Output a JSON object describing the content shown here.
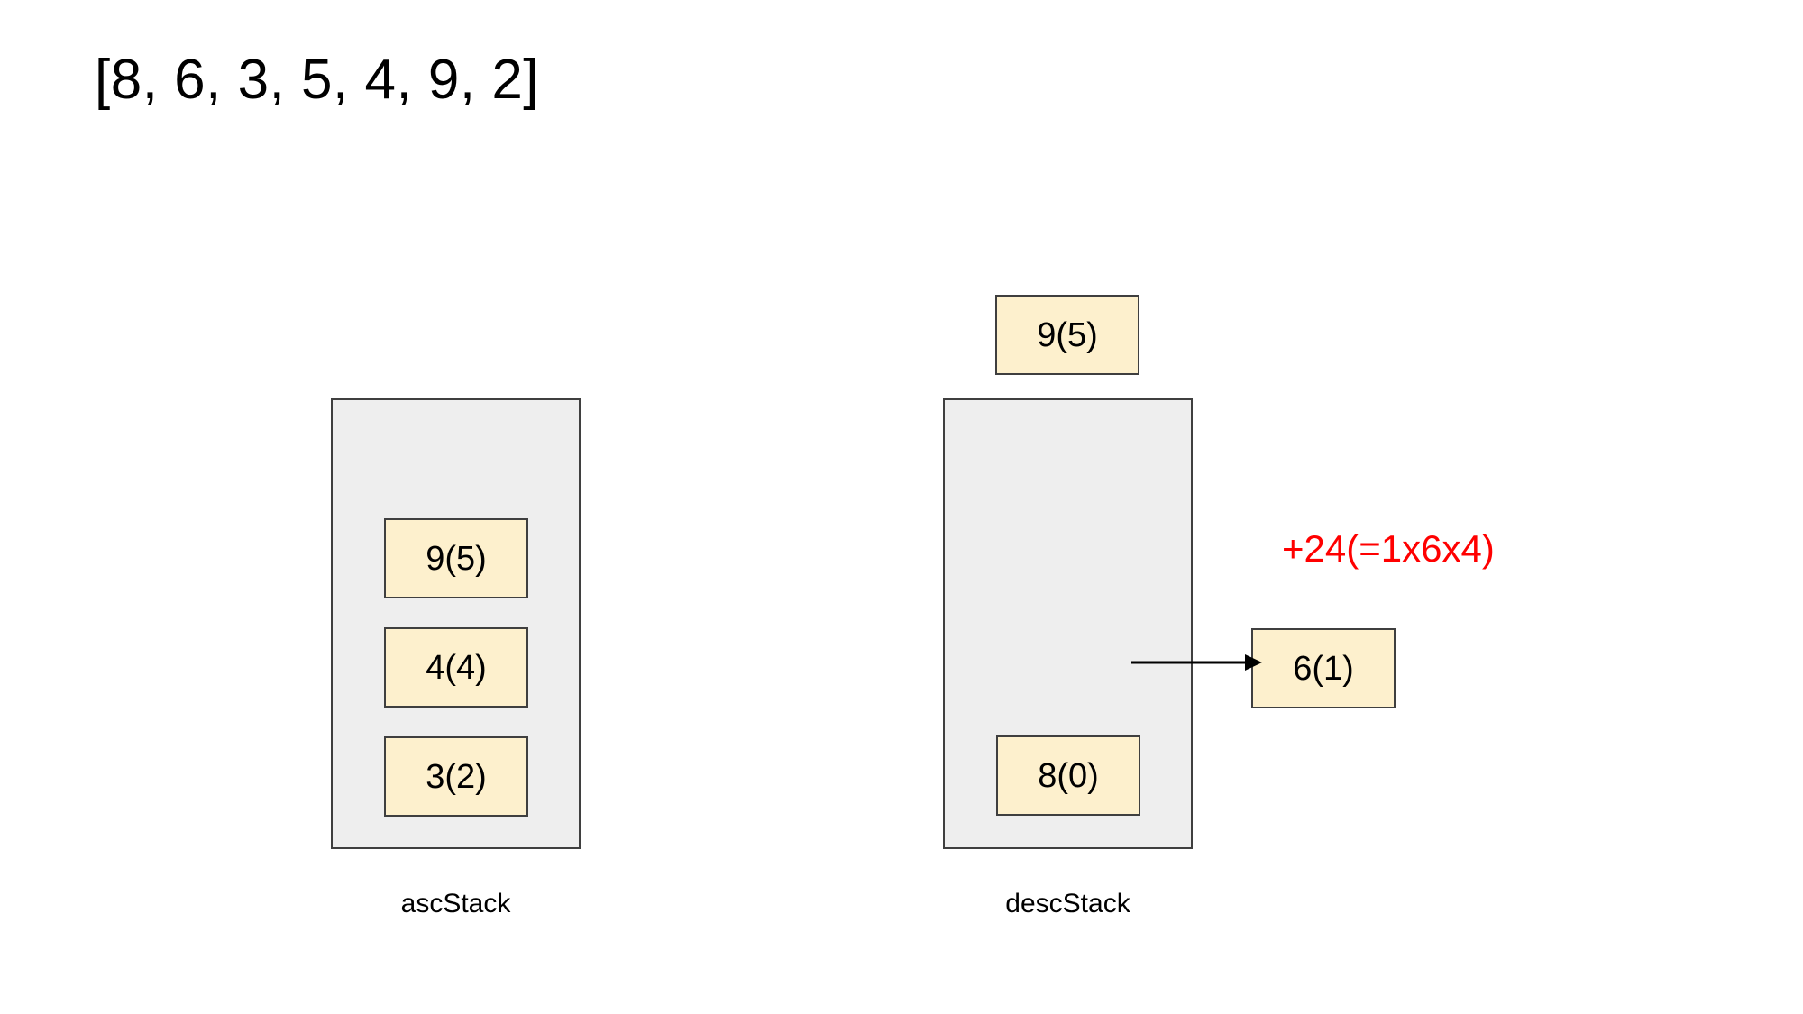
{
  "diagram": {
    "title": "[8, 6, 3, 5, 4, 9, 2]",
    "input_array": [
      8,
      6,
      3,
      5,
      4,
      9,
      2
    ],
    "background_color": "#ffffff",
    "cell_fill_color": "#fdf0cd",
    "container_fill_color": "#eeeeee",
    "border_color": "#3f3f3f",
    "annotation_color": "#ff0000"
  },
  "asc_stack": {
    "label": "ascStack",
    "cells": [
      {
        "text": "9(5)",
        "value": 9,
        "index": 5
      },
      {
        "text": "4(4)",
        "value": 4,
        "index": 4
      },
      {
        "text": "3(2)",
        "value": 3,
        "index": 2
      }
    ]
  },
  "desc_stack": {
    "label": "descStack",
    "cells": [
      {
        "text": "8(0)",
        "value": 8,
        "index": 0
      }
    ],
    "incoming_cell": {
      "text": "9(5)",
      "value": 9,
      "index": 5
    },
    "popped_cell": {
      "text": "6(1)",
      "value": 6,
      "index": 1
    }
  },
  "annotation": {
    "text": "+24(=1x6x4)",
    "delta": 24,
    "expression": "1x6x4"
  },
  "arrow": {
    "name": "pop-arrow",
    "direction": "right"
  }
}
